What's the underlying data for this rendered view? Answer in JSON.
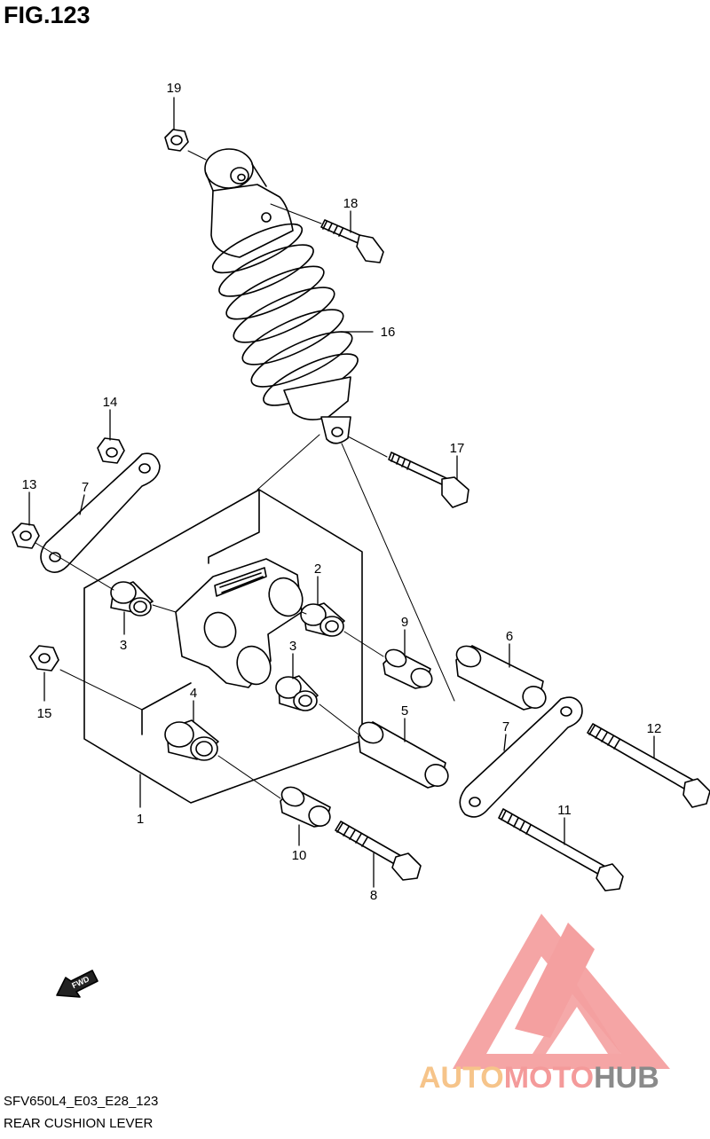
{
  "figure": {
    "title": "FIG.123"
  },
  "footer": {
    "code": "SFV650L4_E03_E28_123",
    "name": "REAR CUSHION LEVER"
  },
  "fwd_label": "FWD",
  "watermark": {
    "part1": "AUTO",
    "part2": "MOTO",
    "part3": "HUB"
  },
  "callouts": [
    {
      "id": "c1",
      "label": "1"
    },
    {
      "id": "c2",
      "label": "2"
    },
    {
      "id": "c3a",
      "label": "3"
    },
    {
      "id": "c3b",
      "label": "3"
    },
    {
      "id": "c4",
      "label": "4"
    },
    {
      "id": "c5",
      "label": "5"
    },
    {
      "id": "c6",
      "label": "6"
    },
    {
      "id": "c7a",
      "label": "7"
    },
    {
      "id": "c7b",
      "label": "7"
    },
    {
      "id": "c8",
      "label": "8"
    },
    {
      "id": "c9",
      "label": "9"
    },
    {
      "id": "c10",
      "label": "10"
    },
    {
      "id": "c11",
      "label": "11"
    },
    {
      "id": "c12",
      "label": "12"
    },
    {
      "id": "c13",
      "label": "13"
    },
    {
      "id": "c14",
      "label": "14"
    },
    {
      "id": "c15",
      "label": "15"
    },
    {
      "id": "c16",
      "label": "16"
    },
    {
      "id": "c17",
      "label": "17"
    },
    {
      "id": "c18",
      "label": "18"
    },
    {
      "id": "c19",
      "label": "19"
    }
  ]
}
